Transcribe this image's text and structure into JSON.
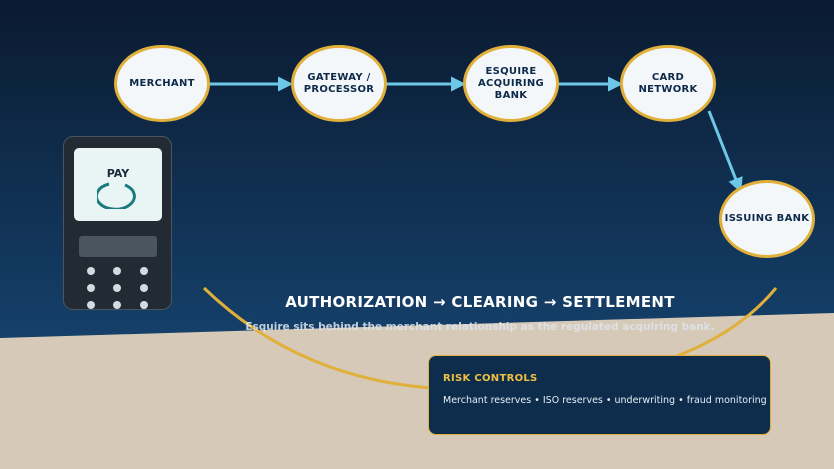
{
  "nodes": {
    "merchant": "MERCHANT",
    "gateway": "GATEWAY /\nPROCESSOR",
    "acquiring": "ESQUIRE\nACQUIRING\nBANK",
    "network": "CARD\nNETWORK",
    "issuing": "ISSUING BANK"
  },
  "terminal": {
    "screen_label": "PAY"
  },
  "flow": {
    "title": "AUTHORIZATION → CLEARING → SETTLEMENT",
    "subtitle": "Esquire sits behind the merchant relationship as the regulated acquiring bank."
  },
  "risk": {
    "title": "RISK CONTROLS",
    "body": "Merchant reserves • ISO reserves • underwriting • fraud monitoring • chargeback mana"
  },
  "colors": {
    "background_top": "#0a1a30",
    "background_bottom": "#15406a",
    "accent_gold": "#e0b03a",
    "arrow_blue": "#6cc8e6",
    "ground": "#d6c9b7"
  }
}
